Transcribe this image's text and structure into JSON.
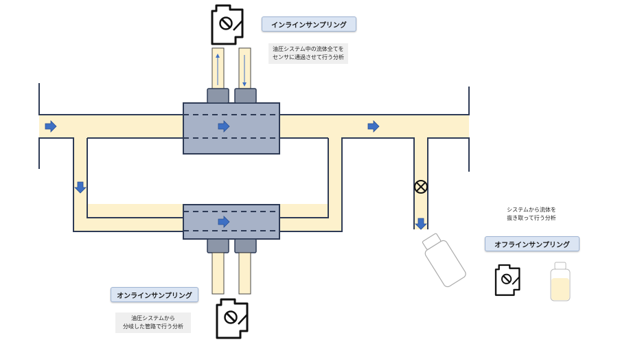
{
  "labels": {
    "inline": "インラインサンプリング",
    "online": "オンラインサンプリング",
    "offline": "オフラインサンプリング"
  },
  "notes": {
    "inline": [
      "油圧システム中の流体全てを",
      "センサに通過させて行う分析"
    ],
    "online": [
      "油圧システムから",
      "分岐した管路で行う分析"
    ],
    "offline": [
      "システムから流体を",
      "抜き取って行う分析"
    ]
  },
  "colors": {
    "pipe": "#fdf1cc",
    "pipe_edge": "#2d3a55",
    "block": "#a7b2c7",
    "arrow": "#3e70c4",
    "label_bg": "#dbe5f3",
    "note_bg": "#efefef"
  },
  "icons": [
    "sensor-icon",
    "flow-arrow-icon",
    "valve-icon",
    "sample-bottle-icon"
  ]
}
